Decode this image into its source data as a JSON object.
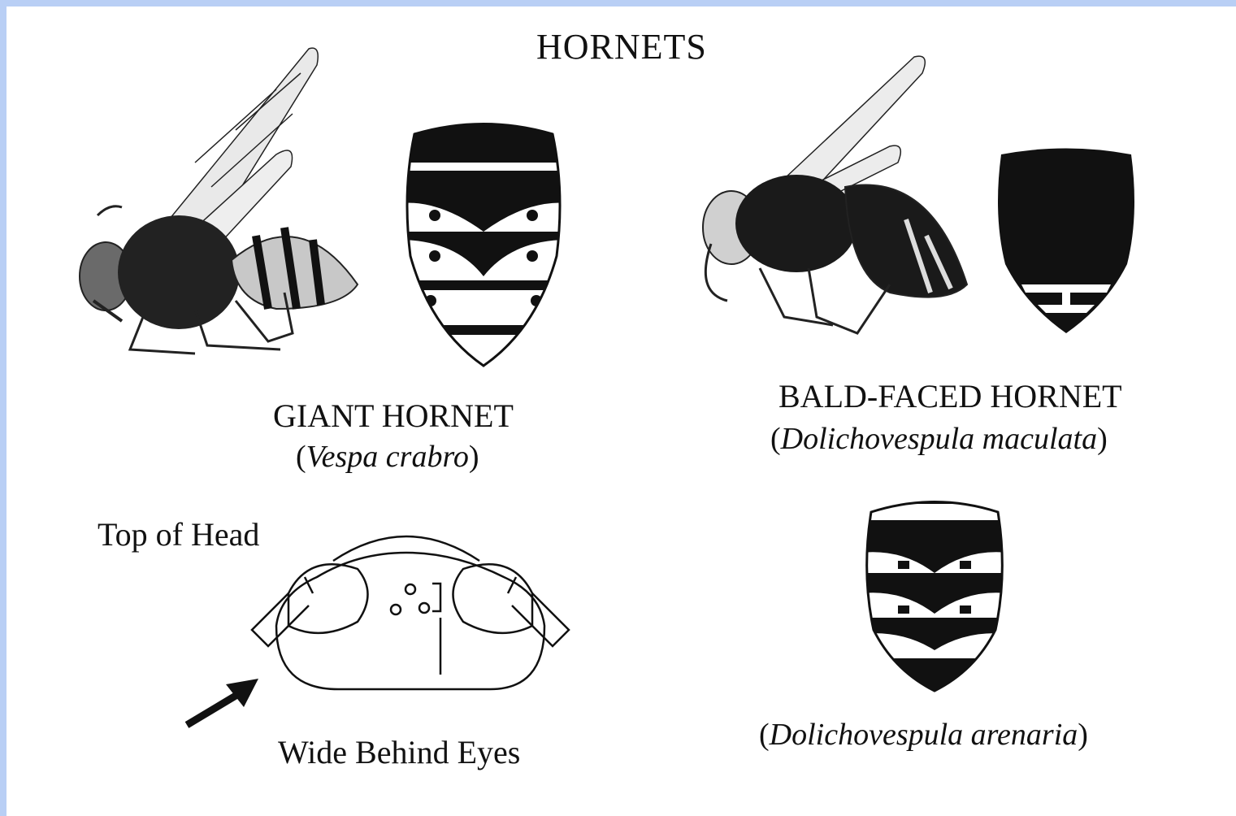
{
  "title": "HORNETS",
  "species": [
    {
      "common_name": "GIANT HORNET",
      "scientific_name": "Vespa crabro"
    },
    {
      "common_name": "BALD-FACED HORNET",
      "scientific_name": "Dolichovespula maculata"
    },
    {
      "common_name": "",
      "scientific_name": "Dolichovespula arenaria"
    }
  ],
  "head_diagram": {
    "caption": "Top of Head",
    "arrow_label": "Wide Behind Eyes"
  },
  "paren_open": "(",
  "paren_close": ")",
  "colors": {
    "frame": "#b9cff5",
    "paper": "#ffffff",
    "ink": "#111111"
  }
}
